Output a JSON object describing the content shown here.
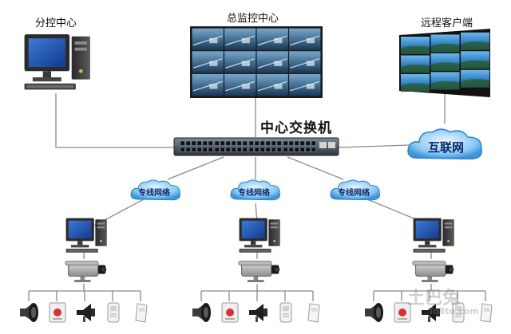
{
  "labels": {
    "branch_center": "分控中心",
    "main_center": "总监控中心",
    "remote_client": "远程客户端",
    "core_switch": "中心交换机",
    "internet": "互联网",
    "private_network": "专线网络"
  },
  "watermark": {
    "text": "土巴兔",
    "url": "To8to.com"
  },
  "colors": {
    "line": "#7f7f7f",
    "cloud_light": "#cfe8fb",
    "cloud_dark": "#4aa6e6",
    "switch_body": "#3c4652",
    "screen": "#1d4fb5"
  },
  "icons": [
    "desktop-pc-icon",
    "video-wall-icon",
    "remote-display-icon",
    "network-switch-icon",
    "cloud-icon",
    "cctv-camera-icon",
    "speaker-icon",
    "alarm-button-icon",
    "siren-icon",
    "sensor-icon",
    "card-reader-icon"
  ]
}
